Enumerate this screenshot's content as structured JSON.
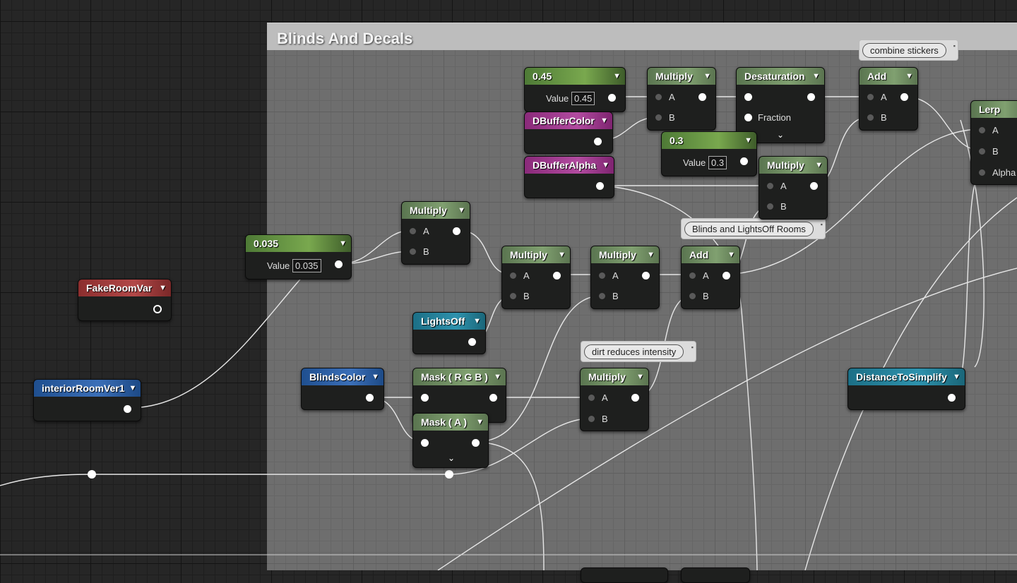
{
  "comment_box": {
    "title": "Blinds And Decals"
  },
  "comments": {
    "combine_stickers": "combine stickers",
    "blinds_lightsoff": "Blinds and LightsOff Rooms",
    "dirt": "dirt reduces intensity"
  },
  "nodes": {
    "const_045": {
      "title": "0.45",
      "value_label": "Value",
      "value": "0.45"
    },
    "const_03": {
      "title": "0.3",
      "value_label": "Value",
      "value": "0.3"
    },
    "const_0035": {
      "title": "0.035",
      "value_label": "Value",
      "value": "0.035"
    },
    "dbuffer_color": {
      "title": "DBufferColor"
    },
    "dbuffer_alpha": {
      "title": "DBufferAlpha"
    },
    "fake_room_var": {
      "title": "FakeRoomVar"
    },
    "interior_room": {
      "title": "interiorRoomVer1"
    },
    "lights_off": {
      "title": "LightsOff"
    },
    "blinds_color": {
      "title": "BlindsColor"
    },
    "distance": {
      "title": "DistanceToSimplify"
    },
    "desaturation": {
      "title": "Desaturation",
      "pin_fraction": "Fraction"
    },
    "lerp": {
      "title": "Lerp",
      "pin_a": "A",
      "pin_b": "B",
      "pin_alpha": "Alpha"
    },
    "mask_rgb": {
      "title": "Mask ( R G B )"
    },
    "mask_a": {
      "title": "Mask ( A )"
    },
    "multiply_label": "Multiply",
    "add_label": "Add",
    "pin_a": "A",
    "pin_b": "B"
  },
  "colors": {
    "constant_header": "#6a9a44",
    "operator_header": "#6f8d62",
    "param_red": "#a03c3c",
    "param_blue": "#2f62a8",
    "param_pink": "#a33e92",
    "param_teal": "#2685a0"
  },
  "icons": [
    "chevron-down-icon",
    "pin-icon"
  ]
}
